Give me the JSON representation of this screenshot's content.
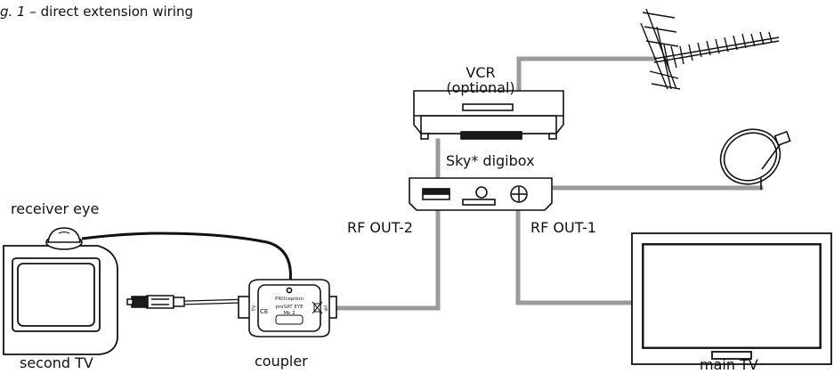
{
  "caption": {
    "number": "g. 1",
    "text": "– direct extension wiring"
  },
  "labels": {
    "vcr_line1": "VCR",
    "vcr_line2": "(optional)",
    "digibox": "Sky* digibox",
    "receiver_eye": "receiver eye",
    "rf_out_2": "RF OUT-2",
    "rf_out_1": "RF OUT-1",
    "second_tv": "second TV",
    "coupler": "coupler",
    "main_tv": "main TV"
  },
  "coupler_markings": {
    "brand_line1": "PROception",
    "brand_line2": "proSAT EYE",
    "model": "Mk 2",
    "port_left": "TV",
    "port_right": "I/P"
  },
  "colors": {
    "line": "#111111",
    "cable": "#9a9a9a",
    "fill": "#ffffff",
    "dark": "#1a1a1a"
  }
}
